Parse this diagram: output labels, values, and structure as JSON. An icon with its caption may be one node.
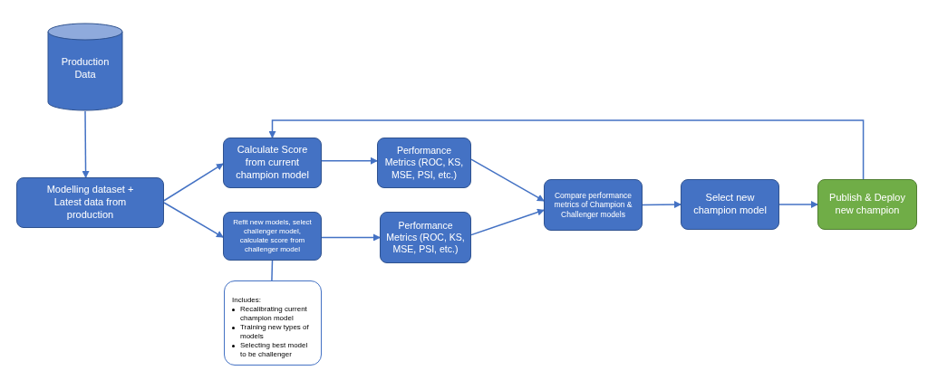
{
  "diagram": {
    "nodes": [
      {
        "text": [
          "Production Data"
        ]
      },
      {
        "text": [
          "Modelling dataset + Latest data from production"
        ]
      },
      {
        "text": [
          "Calculate Score from current champion model"
        ]
      },
      {
        "text": [
          "Refit new models, select challenger model, calculate score from challenger model"
        ]
      },
      {
        "text": [
          "Performance Metrics (ROC, KS, MSE, PSI, etc.)"
        ]
      },
      {
        "text": [
          "Performance Metrics (ROC, KS, MSE, PSI, etc.)"
        ]
      },
      {
        "text": [
          "Includes:",
          "Recalibrating current champion model",
          "Training new types of models",
          "Selecting best model to be challenger"
        ]
      },
      {
        "text": [
          "Compare performance metrics of Champion & Challenger models"
        ]
      },
      {
        "text": [
          "Select new champion model"
        ]
      },
      {
        "text": [
          "Publish & Deploy new champion"
        ]
      }
    ],
    "edges": [
      {
        "from": 0,
        "to": 1,
        "arrow": "to"
      },
      {
        "from": 1,
        "to": 2,
        "arrow": "to"
      },
      {
        "from": 1,
        "to": 3,
        "arrow": "to"
      },
      {
        "from": 2,
        "to": 4,
        "arrow": "to"
      },
      {
        "from": 3,
        "to": 5,
        "arrow": "to"
      },
      {
        "from": 4,
        "to": 7,
        "arrow": "to"
      },
      {
        "from": 5,
        "to": 7,
        "arrow": "to"
      },
      {
        "from": 7,
        "to": 8,
        "arrow": "to"
      },
      {
        "from": 8,
        "to": 9,
        "arrow": "to"
      },
      {
        "from": 9,
        "to": 2,
        "arrow": "to"
      },
      {
        "from": 3,
        "to": 6,
        "arrow": "none"
      }
    ]
  }
}
